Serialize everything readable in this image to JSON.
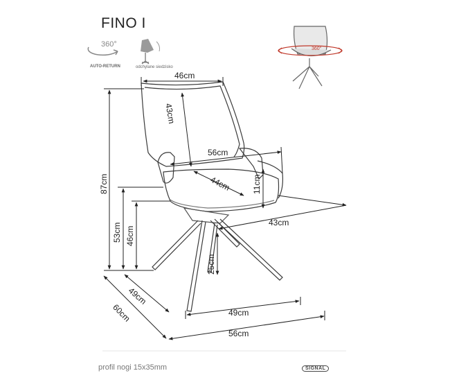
{
  "title": "FINO I",
  "icons": {
    "rotation_label": "360°",
    "auto_return_label": "AUTO-RETURN",
    "tilt_label": "odchylane siedzisko",
    "top_right_rotation_label": "360°"
  },
  "dimensions": {
    "seat_back_width": "46cm",
    "backrest_height": "43cm",
    "armrest_width": "56cm",
    "seat_diagonal": "44cm",
    "armrest_height": "11cm",
    "total_height": "87cm",
    "armrest_floor_height": "53cm",
    "seat_height": "46cm",
    "seat_depth": "43cm",
    "leg_height": "25cm",
    "base_depth": "49cm",
    "base_width": "49cm",
    "total_depth": "60cm",
    "total_width": "56cm"
  },
  "footer_text": "profil nogi 15x35mm",
  "brand": "SIGNAL"
}
